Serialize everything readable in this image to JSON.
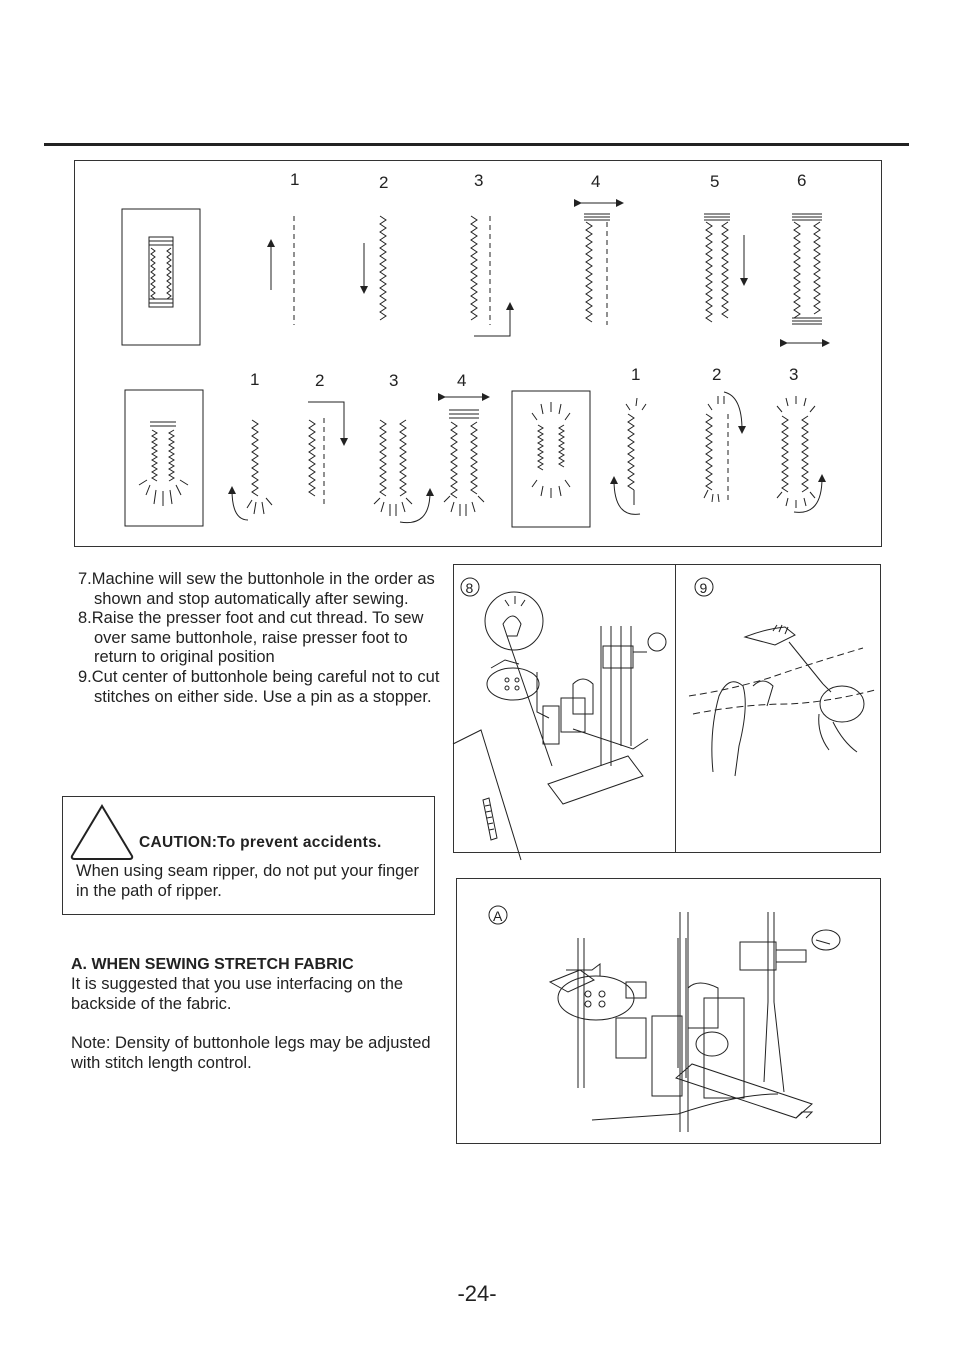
{
  "diagram": {
    "row1_labels": [
      "1",
      "2",
      "3",
      "4",
      "5",
      "6"
    ],
    "row2_labels": [
      "1",
      "2",
      "3",
      "4"
    ],
    "row2b_labels": [
      "1",
      "2",
      "3"
    ]
  },
  "steps": [
    "7.Machine will sew the buttonhole in the order as shown and stop automatically after sewing.",
    "8.Raise the presser foot and cut thread. To sew over same buttonhole, raise presser foot to return to original position",
    "9.Cut center of buttonhole being careful not to cut stitches on either side. Use a pin as a stopper."
  ],
  "caution": {
    "title": "CAUTION:To prevent accidents.",
    "text": "When using seam ripper, do not put your finger in the path of ripper."
  },
  "stretch": {
    "heading": "A. WHEN SEWING STRETCH FABRIC",
    "text": "It is suggested that you use interfacing on the backside of the fabric.",
    "note": "Note: Density of buttonhole legs may be adjusted with stitch length control."
  },
  "figures": {
    "fig8": "8",
    "fig9": "9",
    "figA": "A"
  },
  "page_number": "-24-"
}
